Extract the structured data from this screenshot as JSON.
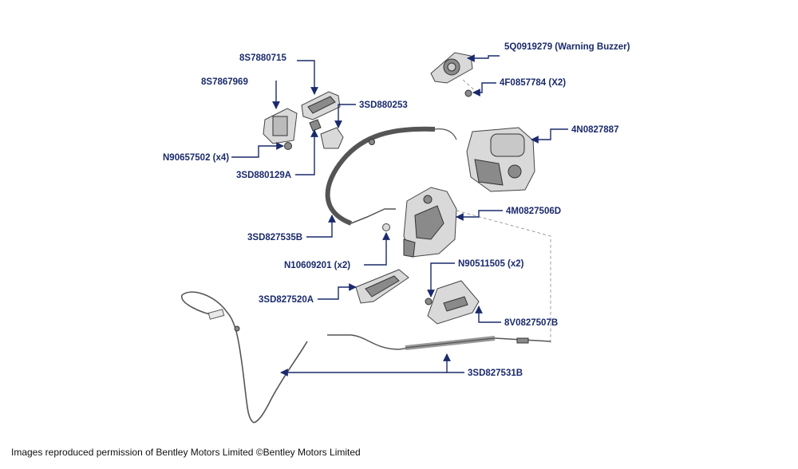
{
  "parts": {
    "warning_buzzer": "5Q0919279 (Warning Buzzer)",
    "screw_x2": "4F0857784 (X2)",
    "motor": "4N0827887",
    "handle_cover": "8S7880715",
    "handle_bracket": "8S7867969",
    "clip_3sd880253": "3SD880253",
    "nut_x4": "N90657502 (x4)",
    "clip_3sd880129a": "3SD880129A",
    "lock": "4M0827506D",
    "bowden": "3SD827535B",
    "grommet_x2": "N10609201 (x2)",
    "bolt_x2": "N90511505 (x2)",
    "handle_interior": "3SD827520A",
    "bracket": "8V0827507B",
    "release_cable": "3SD827531B"
  },
  "credit": "Images reproduced permission of Bentley Motors Limited ©Bentley Motors Limited"
}
